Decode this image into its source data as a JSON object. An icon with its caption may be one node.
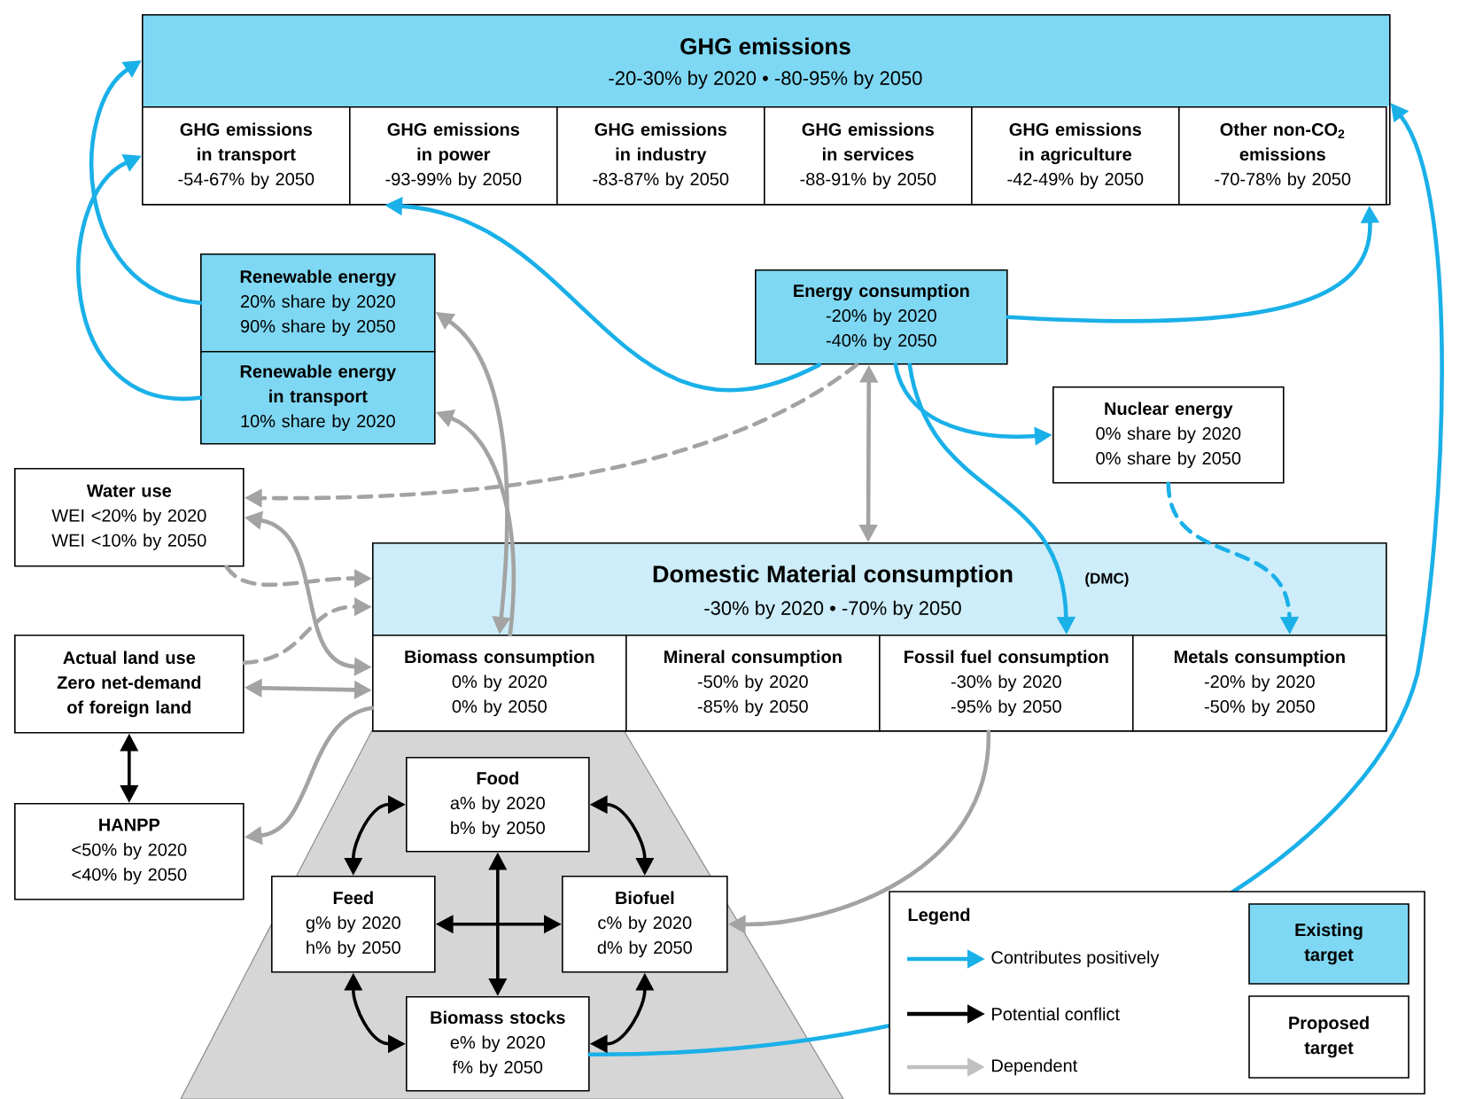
{
  "diagram": {
    "nodes": [
      {
        "text": [
          "GHG emissions",
          "-20-30% by 2020 • -80-95% by 2050"
        ]
      },
      {
        "text": [
          "GHG emissions in transport",
          "-54-67% by 2050"
        ],
        "in": 0
      },
      {
        "text": [
          "GHG emissions in power",
          "-93-99% by 2050"
        ],
        "in": 0
      },
      {
        "text": [
          "GHG emissions in industry",
          "-83-87% by 2050"
        ],
        "in": 0
      },
      {
        "text": [
          "GHG emissions in services",
          "-88-91% by 2050"
        ],
        "in": 0
      },
      {
        "text": [
          "GHG emissions in agriculture",
          "-42-49% by 2050"
        ],
        "in": 0
      },
      {
        "text": [
          "Other non-CO$_{2}$ emissions",
          "-70-78% by 2050"
        ],
        "in": 0
      },
      {
        "text": [
          "Renewable energy",
          "20% share by 2020",
          "90% share by 2050"
        ]
      },
      {
        "text": [
          "Renewable energy in transport",
          "10% share by 2020"
        ]
      },
      {
        "text": [
          "Energy consumption",
          "-20% by 2020",
          "-40% by 2050"
        ]
      },
      {
        "text": [
          "Nuclear energy",
          "0% share by 2020",
          "0% share by 2050"
        ]
      },
      {
        "text": [
          "Water use",
          "WEI <20% by 2020",
          "WEI <10% by 2050"
        ]
      },
      {
        "text": [
          "Domestic Material consumption",
          "(DMC)",
          "-30% by 2020 • -70% by 2050"
        ]
      },
      {
        "text": [
          "Biomass consumption",
          "0% by 2020",
          "0% by 2050"
        ],
        "in": 12
      },
      {
        "text": [
          "Mineral consumption",
          "-50% by 2020",
          "-85% by 2050"
        ],
        "in": 12
      },
      {
        "text": [
          "Fossil fuel consumption",
          "-30% by 2020",
          "-95% by 2050"
        ],
        "in": 12
      },
      {
        "text": [
          "Metals consumption",
          "-20% by 2020",
          "-50% by 2050"
        ],
        "in": 12
      },
      {
        "text": [
          "Actual land use",
          "Zero net-demand of foreign land"
        ]
      },
      {
        "text": [
          "HANPP",
          "<50% by 2020",
          "<40% by 2050"
        ]
      },
      {
        "text": [
          "Food",
          "a% by 2020",
          "b% by 2050"
        ]
      },
      {
        "text": [
          "Feed",
          "g% by 2020",
          "h% by 2050"
        ]
      },
      {
        "text": [
          "Biofuel",
          "c% by 2020",
          "d% by 2050"
        ]
      },
      {
        "text": [
          "Biomass stocks",
          "e% by 2020",
          "f% by 2050"
        ]
      }
    ],
    "edges": [
      {
        "from": 7,
        "to": 0,
        "arrow": "to",
        "color": "#1ab0e8"
      },
      {
        "from": 8,
        "to": 1,
        "arrow": "to",
        "color": "#1ab0e8"
      },
      {
        "from": 9,
        "to": 2,
        "arrow": "to",
        "color": "#1ab0e8"
      },
      {
        "from": 9,
        "to": 6,
        "arrow": "to",
        "color": "#1ab0e8"
      },
      {
        "from": 9,
        "to": 10,
        "arrow": "to",
        "color": "#1ab0e8"
      },
      {
        "from": 9,
        "to": 15,
        "arrow": "to",
        "color": "#1ab0e8"
      },
      {
        "from": 10,
        "to": 16,
        "arrow": "to",
        "style": "dashed",
        "color": "#1ab0e8"
      },
      {
        "from": 22,
        "to": 0,
        "arrow": "to",
        "color": "#1ab0e8"
      },
      {
        "from": 19,
        "to": 20,
        "arrow": "both",
        "color": "#000000"
      },
      {
        "from": 19,
        "to": 21,
        "arrow": "both",
        "color": "#000000"
      },
      {
        "from": 20,
        "to": 22,
        "arrow": "both",
        "color": "#000000"
      },
      {
        "from": 21,
        "to": 22,
        "arrow": "both",
        "color": "#000000"
      },
      {
        "from": 19,
        "to": 22,
        "arrow": "both",
        "color": "#000000"
      },
      {
        "from": 20,
        "to": 21,
        "arrow": "both",
        "color": "#000000"
      },
      {
        "from": 17,
        "to": 18,
        "arrow": "both",
        "color": "#000000"
      },
      {
        "from": 9,
        "to": 12,
        "arrow": "both",
        "color": "#a3a3a3"
      },
      {
        "from": 9,
        "to": 11,
        "arrow": "to",
        "style": "dashed",
        "color": "#a3a3a3"
      },
      {
        "from": 13,
        "to": 7,
        "arrow": "both",
        "color": "#a3a3a3"
      },
      {
        "from": 13,
        "to": 8,
        "arrow": "to",
        "color": "#a3a3a3"
      },
      {
        "from": 11,
        "to": 13,
        "arrow": "both",
        "color": "#a3a3a3"
      },
      {
        "from": 11,
        "to": 12,
        "arrow": "to",
        "style": "dashed",
        "color": "#a3a3a3"
      },
      {
        "from": 17,
        "to": 12,
        "arrow": "to",
        "style": "dashed",
        "color": "#a3a3a3"
      },
      {
        "from": 17,
        "to": 13,
        "arrow": "both",
        "color": "#a3a3a3"
      },
      {
        "from": 13,
        "to": 18,
        "arrow": "to",
        "color": "#a3a3a3"
      },
      {
        "from": 15,
        "to": 21,
        "arrow": "to",
        "color": "#a3a3a3"
      }
    ],
    "labels": [
      "Legend"
    ],
    "legend": [
      {
        "text": "Contributes positively"
      },
      {
        "text": "Potential conflict"
      },
      {
        "text": "Dependent"
      },
      {
        "text": "Existing target",
        "color": "#7fd8f3"
      },
      {
        "text": "Proposed target"
      }
    ]
  }
}
